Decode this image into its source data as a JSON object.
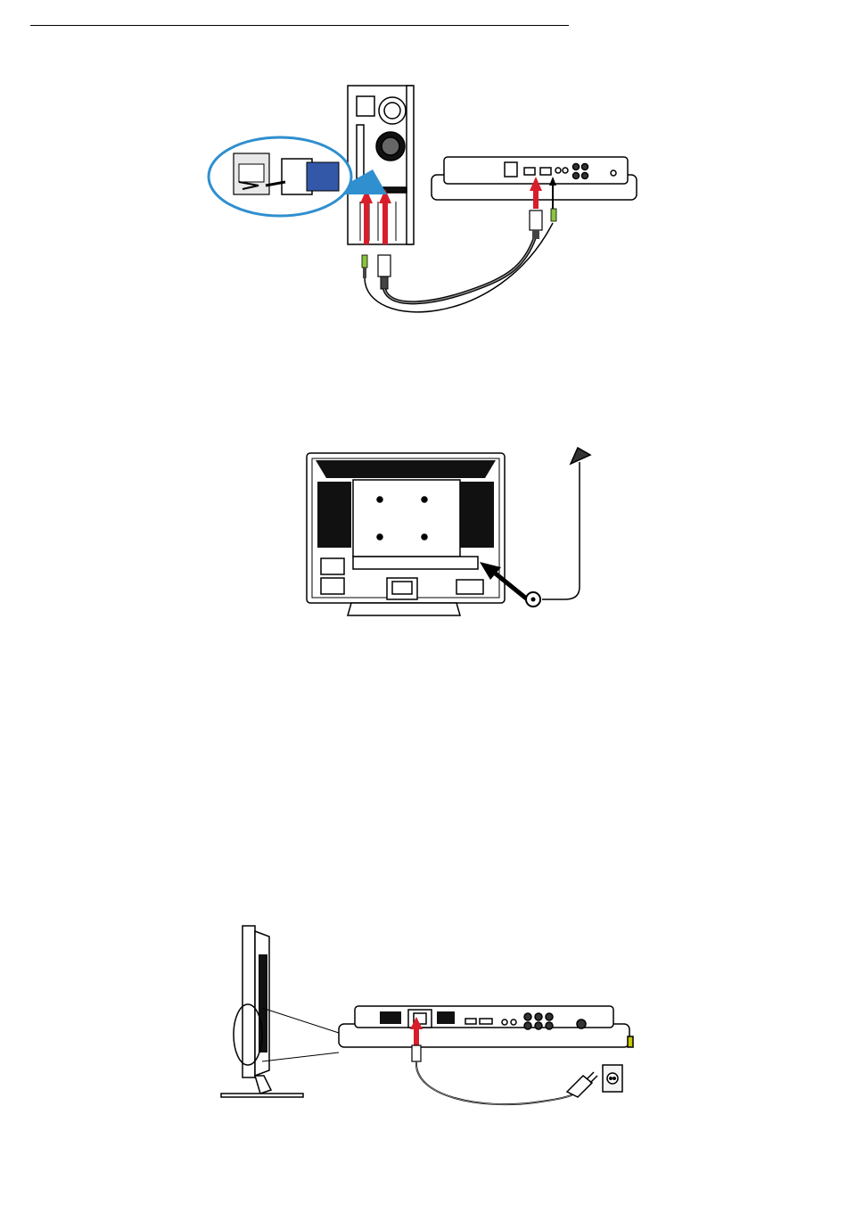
{
  "page": {
    "background": "#ffffff"
  },
  "figures": [
    {
      "id": "pc-connection",
      "icons": [
        "pc-tower-icon",
        "vga-connector-icon",
        "audio-plug-icon",
        "lcd-tv-rear-icon"
      ],
      "colors": {
        "arrow": "#d81e2a",
        "audio_plug": "#8ac43f",
        "callout": "#2f8fcf",
        "connector": "#3358a8"
      }
    },
    {
      "id": "antenna-connection",
      "icons": [
        "lcd-tv-back-icon",
        "antenna-icon",
        "coax-plug-icon"
      ],
      "colors": {
        "arrow": "#000000"
      }
    },
    {
      "id": "power-connection",
      "icons": [
        "monitor-side-icon",
        "lcd-tv-rear-icon",
        "power-plug-icon",
        "wall-socket-icon"
      ],
      "colors": {
        "arrow": "#d81e2a",
        "accent": "#c8c800"
      }
    }
  ]
}
